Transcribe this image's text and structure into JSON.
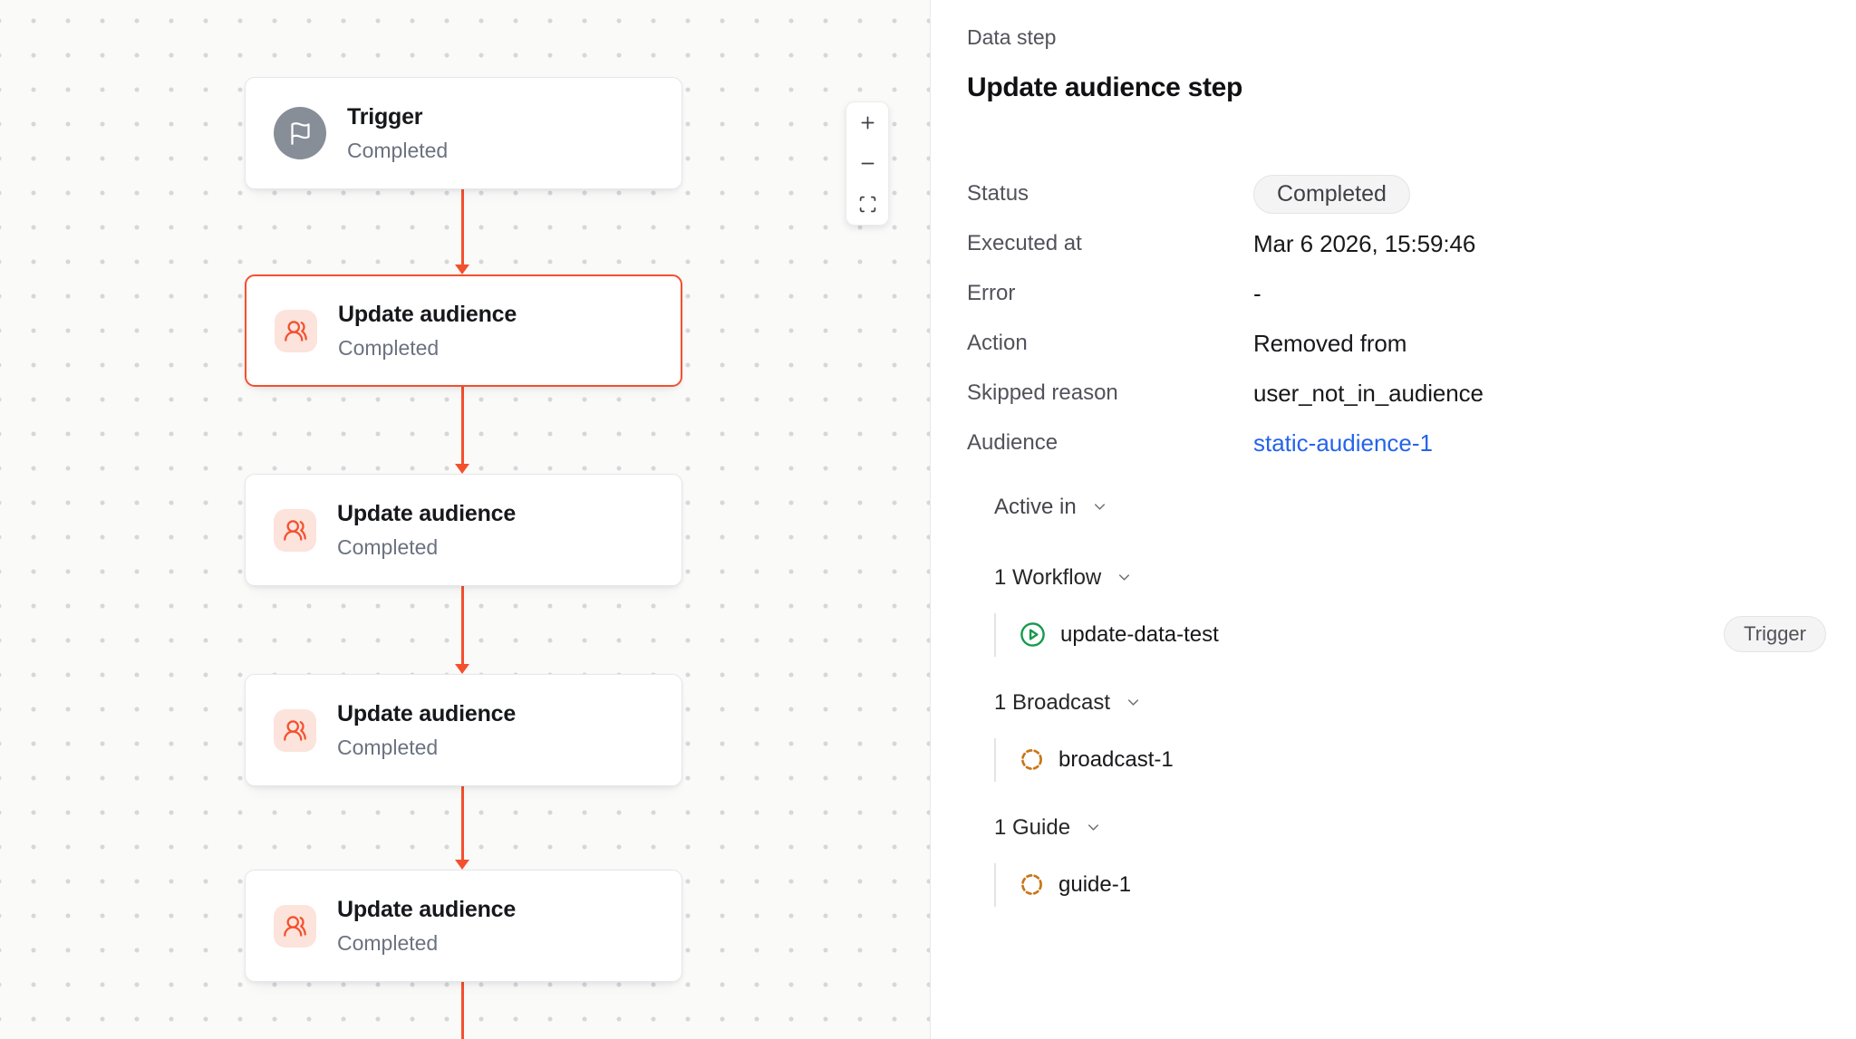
{
  "canvas": {
    "nodes": [
      {
        "title": "Trigger",
        "subtitle": "Completed",
        "icon": "flag-icon",
        "selected": false
      },
      {
        "title": "Update audience",
        "subtitle": "Completed",
        "icon": "users-icon",
        "selected": true
      },
      {
        "title": "Update audience",
        "subtitle": "Completed",
        "icon": "users-icon",
        "selected": false
      },
      {
        "title": "Update audience",
        "subtitle": "Completed",
        "icon": "users-icon",
        "selected": false
      },
      {
        "title": "Update audience",
        "subtitle": "Completed",
        "icon": "users-icon",
        "selected": false
      }
    ],
    "zoom_controls": [
      "zoom-in",
      "zoom-out",
      "fit-view"
    ]
  },
  "panel": {
    "eyebrow": "Data step",
    "title": "Update audience step",
    "fields": [
      {
        "label": "Status",
        "value": "Completed",
        "kind": "badge"
      },
      {
        "label": "Executed at",
        "value": "Mar 6 2026, 15:59:46",
        "kind": "text"
      },
      {
        "label": "Error",
        "value": "-",
        "kind": "text"
      },
      {
        "label": "Action",
        "value": "Removed from",
        "kind": "text"
      },
      {
        "label": "Skipped reason",
        "value": "user_not_in_audience",
        "kind": "text"
      },
      {
        "label": "Audience",
        "value": "static-audience-1",
        "kind": "link"
      }
    ],
    "active_in": {
      "label": "Active in",
      "groups": [
        {
          "label": "1 Workflow",
          "items": [
            {
              "name": "update-data-test",
              "icon": "play-circle-icon",
              "badge": "Trigger"
            }
          ]
        },
        {
          "label": "1 Broadcast",
          "items": [
            {
              "name": "broadcast-1",
              "icon": "dashed-circle-icon"
            }
          ]
        },
        {
          "label": "1 Guide",
          "items": [
            {
              "name": "guide-1",
              "icon": "dashed-circle-icon"
            }
          ]
        }
      ]
    }
  },
  "colors": {
    "accent": "#F4502E",
    "accent_soft": "#FCE3DB",
    "link": "#2563EB",
    "workflow_green": "#169A4D",
    "broadcast_amber": "#C97616",
    "trigger_gray": "#878E97",
    "canvas_bg": "#FAFAF9",
    "border": "#E4E4E7"
  }
}
